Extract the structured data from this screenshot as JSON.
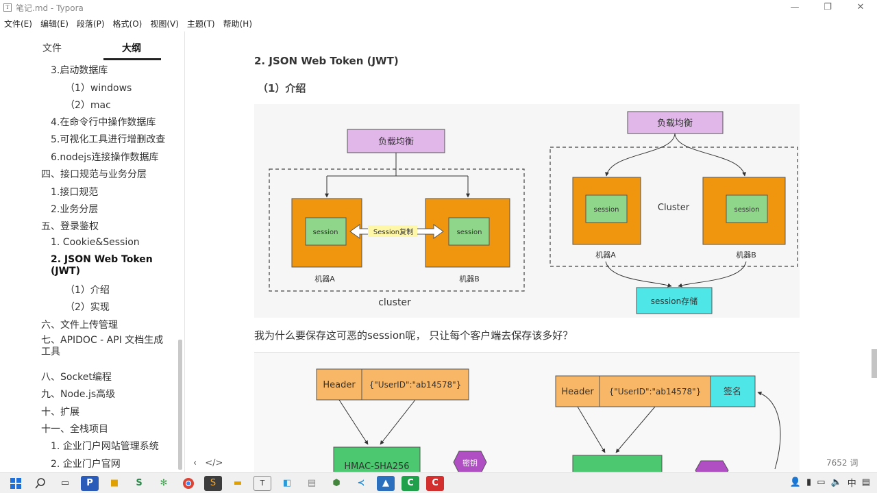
{
  "window": {
    "title": "笔记.md - Typora",
    "app_icon": "T",
    "controls": [
      "—",
      "❐",
      "✕"
    ]
  },
  "menu": [
    "文件(E)",
    "编辑(E)",
    "段落(P)",
    "格式(O)",
    "视图(V)",
    "主题(T)",
    "帮助(H)"
  ],
  "sidebar": {
    "tabs": {
      "files": "文件",
      "outline": "大纲"
    },
    "items": [
      "3.启动数据库",
      "（1）windows",
      "（2）mac",
      "4.在命令行中操作数据库",
      "5.可视化工具进行增删改查",
      "6.nodejs连接操作数据库",
      "四、接口规范与业务分层",
      "1.接口规范",
      "2.业务分层",
      "五、登录鉴权",
      "1. Cookie&Session",
      "2. JSON Web Token (JWT)",
      "（1）介绍",
      "（2）实现",
      "六、文件上传管理",
      "七、APIDOC - API 文档生成工具",
      "八、Socket编程",
      "九、Node.js高级",
      "十、扩展",
      "十一、全栈项目",
      "1. 企业门户网站管理系统",
      "2. 企业门户官网"
    ],
    "footer": {
      "back": "‹",
      "source": "</>"
    }
  },
  "content": {
    "h2": "2. JSON Web Token (JWT)",
    "h3": "（1）介绍",
    "paragraph": "我为什么要保存这可恶的session呢，  只让每个客户端去保存该多好？",
    "word_count": "7652 词"
  },
  "diagram1": {
    "left": {
      "lb": "负载均衡",
      "cluster": "cluster",
      "session": "session",
      "copy": "Session复制",
      "machineA": "机器A",
      "machineB": "机器B"
    },
    "right": {
      "lb": "负载均衡",
      "cluster": "Cluster",
      "session": "session",
      "machineA": "机器A",
      "machineB": "机器B",
      "store": "session存储"
    }
  },
  "diagram2": {
    "header": "Header",
    "payload": "{\"UserID\":\"ab14578\"}",
    "sign": "签名",
    "hmac": "HMAC-SHA256",
    "key": "密钥"
  },
  "taskbar": {
    "ime": "中",
    "icons": [
      "start-icon",
      "search-icon",
      "taskview-icon",
      "app-p-icon",
      "folder-icon",
      "app-s-icon",
      "app-g-icon",
      "chrome-icon",
      "sublime-icon",
      "explorer-icon",
      "typora-icon",
      "app-b-icon",
      "node-icon",
      "vscode-icon",
      "app-m-icon",
      "app-c-icon",
      "app-red-icon"
    ]
  },
  "colors": {
    "orange": "#f0960e",
    "green": "#8fd68a",
    "purple": "#e1b7ea",
    "cyan": "#4ee6e6",
    "light_orange": "#f8b766"
  }
}
